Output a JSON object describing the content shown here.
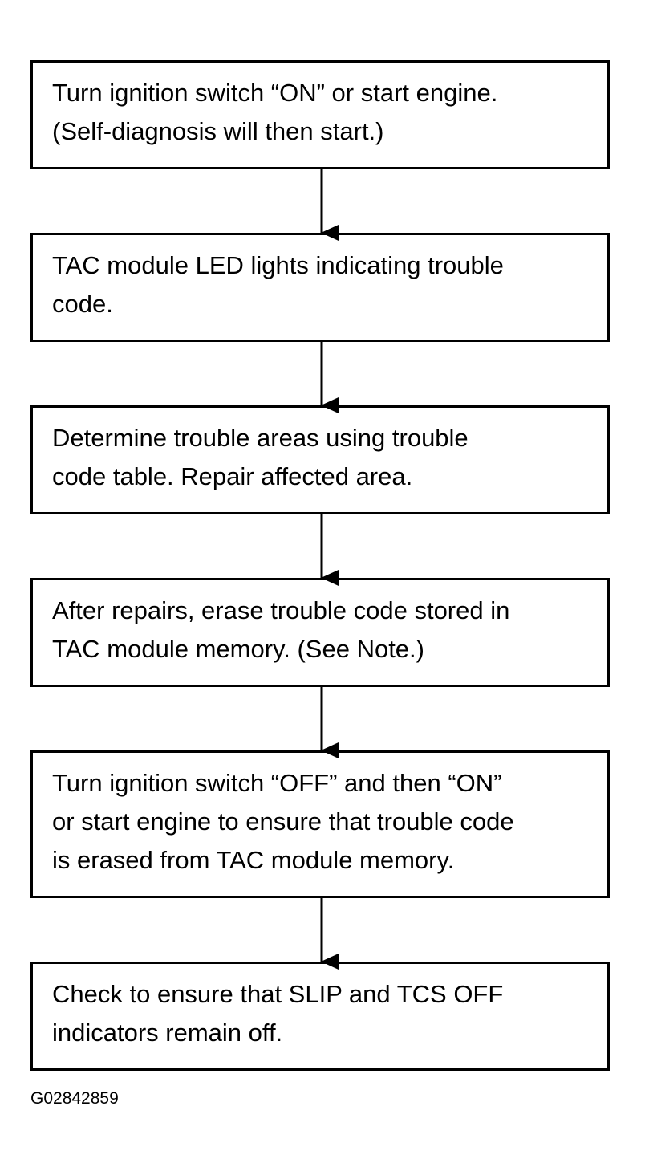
{
  "flowchart": {
    "steps": [
      {
        "lines": [
          "Turn ignition switch “ON” or start engine.",
          "(Self-diagnosis will then start.)"
        ]
      },
      {
        "lines": [
          "TAC module LED lights indicating trouble",
          "code."
        ]
      },
      {
        "lines": [
          "Determine trouble areas using trouble",
          "code table. Repair affected area."
        ]
      },
      {
        "lines": [
          "After repairs, erase trouble code stored in",
          "TAC module memory. (See Note.)"
        ]
      },
      {
        "lines": [
          "Turn ignition switch “OFF” and then “ON”",
          "or start engine to ensure that trouble code",
          "is erased from TAC module memory."
        ]
      },
      {
        "lines": [
          "Check to ensure that SLIP and TCS OFF",
          "indicators remain off."
        ]
      }
    ]
  },
  "figure_id": "G02842859"
}
